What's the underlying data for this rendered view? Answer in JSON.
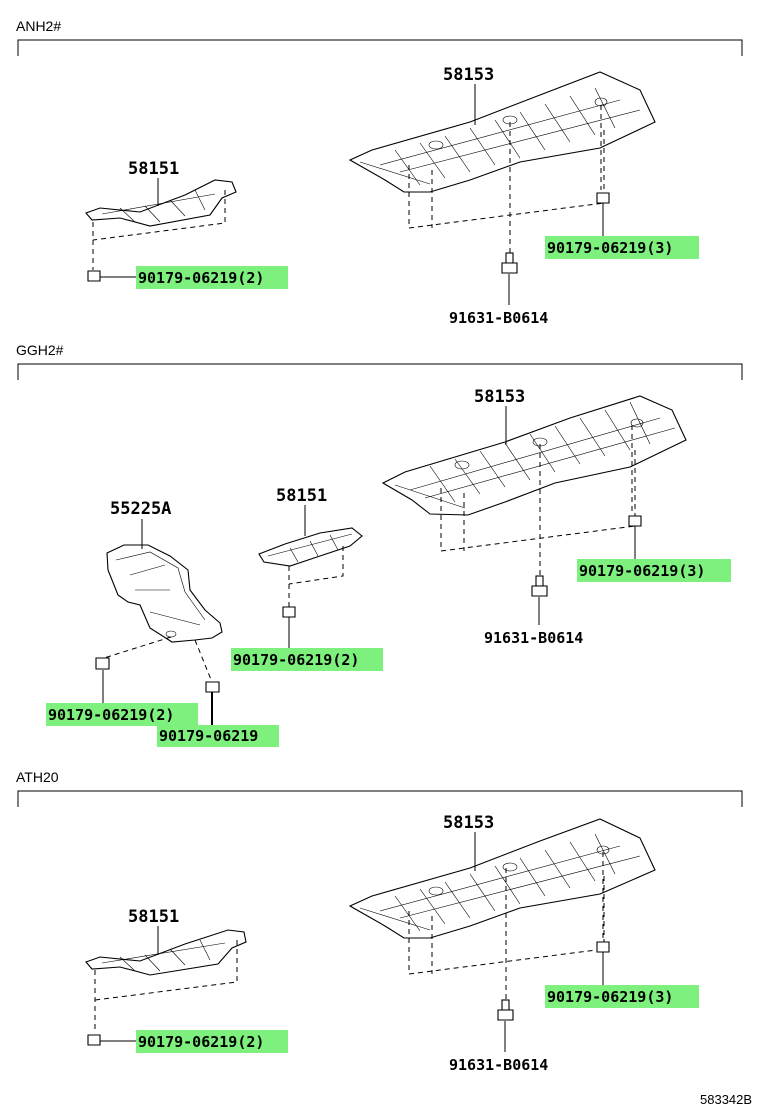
{
  "sections": [
    {
      "label": "ANH2#",
      "parts": {
        "heat_insulator_rear": "58153",
        "heat_insulator_front": "58151",
        "nut_front": "90179-06219(2)",
        "nut_rear": "90179-06219(3)",
        "bolt": "91631-B0614"
      }
    },
    {
      "label": "GGH2#",
      "parts": {
        "heat_insulator_rear": "58153",
        "heat_insulator_front": "58151",
        "shield": "55225A",
        "nut_front": "90179-06219(2)",
        "nut_rear": "90179-06219(3)",
        "nut_shield_a": "90179-06219(2)",
        "nut_shield_b": "90179-06219",
        "bolt": "91631-B0614"
      }
    },
    {
      "label": "ATH20",
      "parts": {
        "heat_insulator_rear": "58153",
        "heat_insulator_front": "58151",
        "nut_front": "90179-06219(2)",
        "nut_rear": "90179-06219(3)",
        "bolt": "91631-B0614"
      }
    }
  ],
  "figure_id": "583342B",
  "highlight_color": "#7ef07e"
}
